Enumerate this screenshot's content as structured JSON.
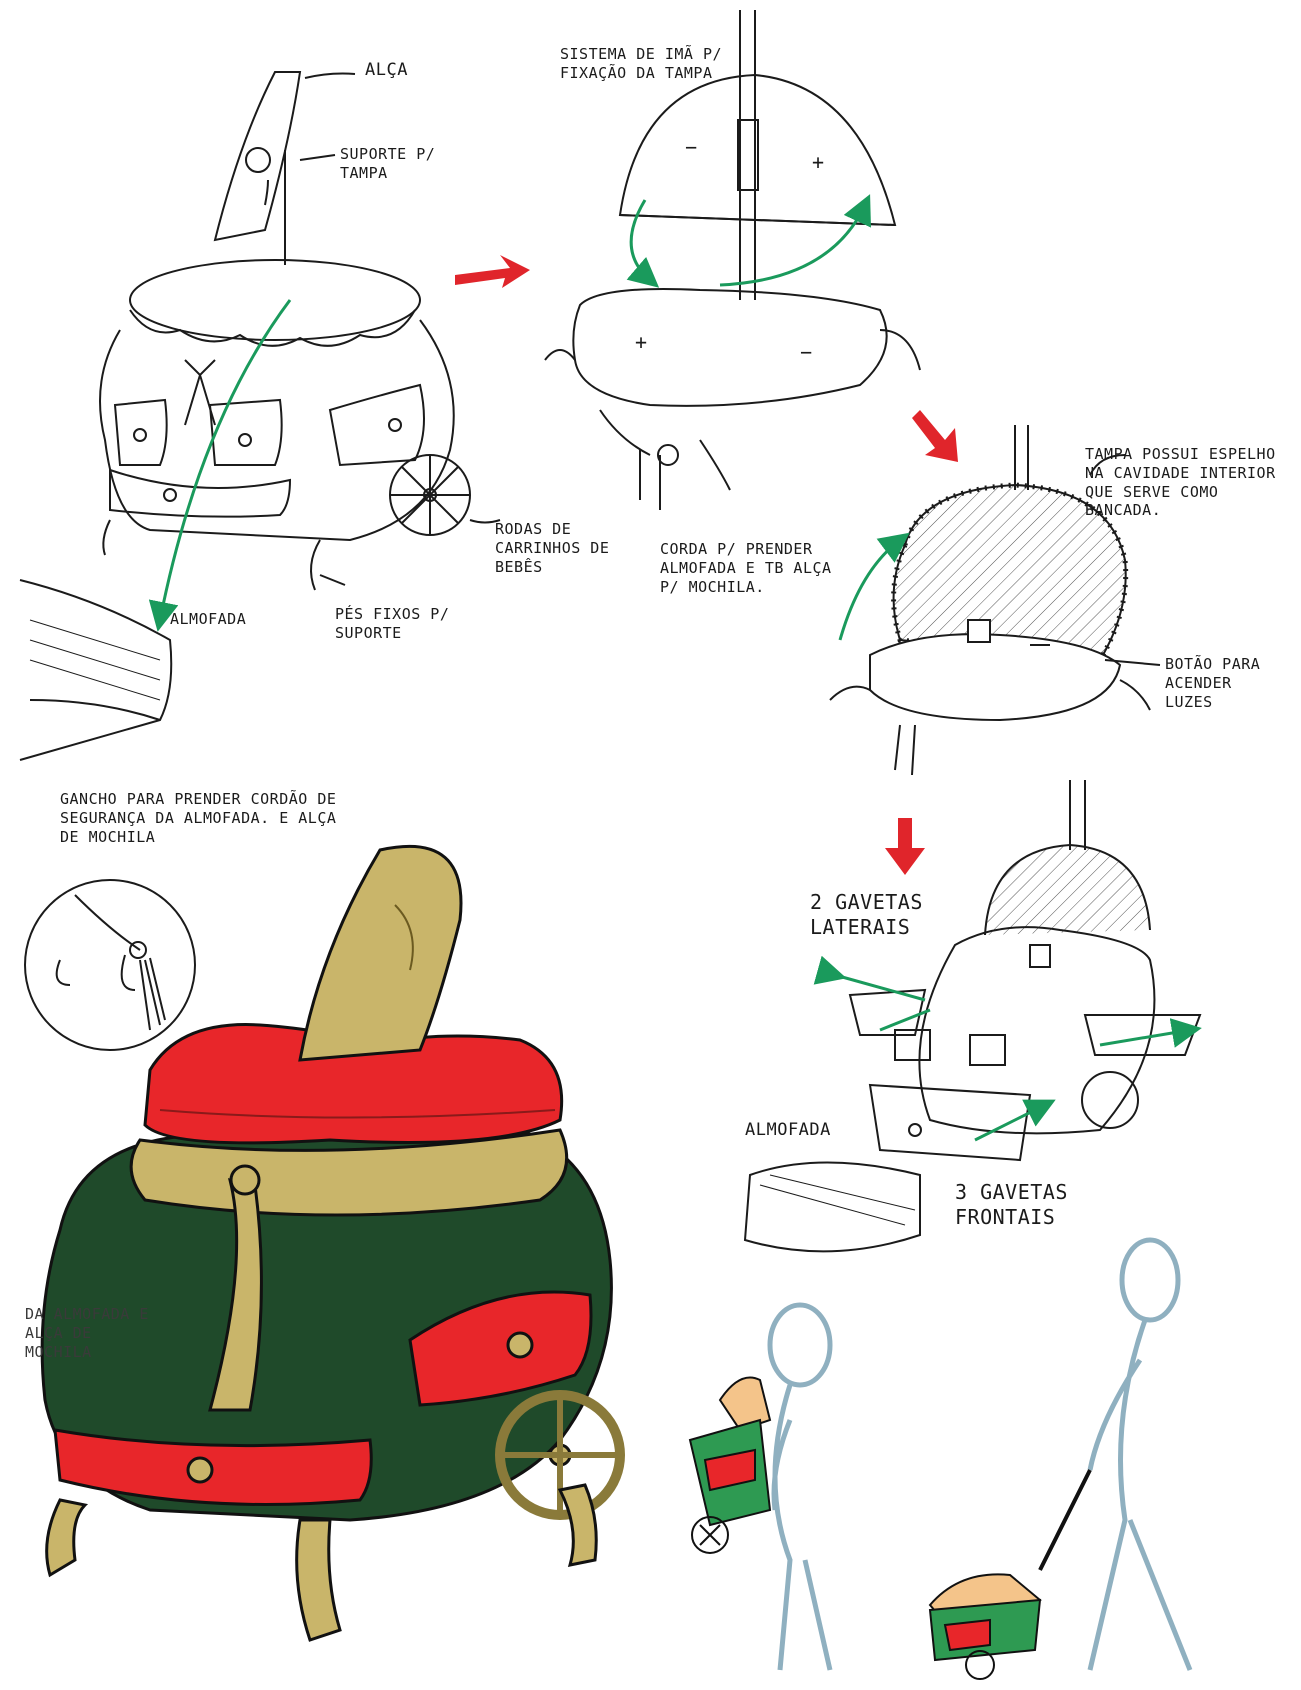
{
  "labels": {
    "alca": "ALÇA",
    "suporte_tampa": "SUPORTE P/ TAMPA",
    "sistema_ima": "SISTEMA DE IMÃ P/ FIXAÇÃO DA TAMPA",
    "rodas": "RODAS DE CARRINHOS DE BEBÊS",
    "corda": "CORDA P/ PRENDER ALMOFADA E TB ALÇA P/ MOCHILA.",
    "almofada": "ALMOFADA",
    "pes_fixos": "PÉS FIXOS P/ SUPORTE",
    "tampa_espelho": "TAMPA POSSUI ESPELHO NA CAVIDADE INTERIOR QUE SERVE COMO BANCADA.",
    "botao_luzes": "BOTÃO PARA ACENDER LUZES",
    "gancho": "GANCHO PARA PRENDER CORDÃO DE SEGURANÇA DA ALMOFADA. E ALÇA DE MOCHILA",
    "gavetas_laterais": "2 GAVETAS LATERAIS",
    "almofada_2": "ALMOFADA",
    "gavetas_frontais": "3 GAVETAS FRONTAIS",
    "alca_mochila_partial": "DA ALMOFADA E ALÇA DE MOCHILA"
  },
  "signs": {
    "minus": "−",
    "plus": "+"
  },
  "colors": {
    "ink": "#1b1b1b",
    "arrow_red": "#e0252b",
    "arrow_green": "#1a9a5c",
    "velvet_red": "#e8262a",
    "body_green": "#1f4a2a",
    "gold": "#c9b56a",
    "gold_dark": "#8a7a3a",
    "figure_blue": "#8fb0c0"
  }
}
